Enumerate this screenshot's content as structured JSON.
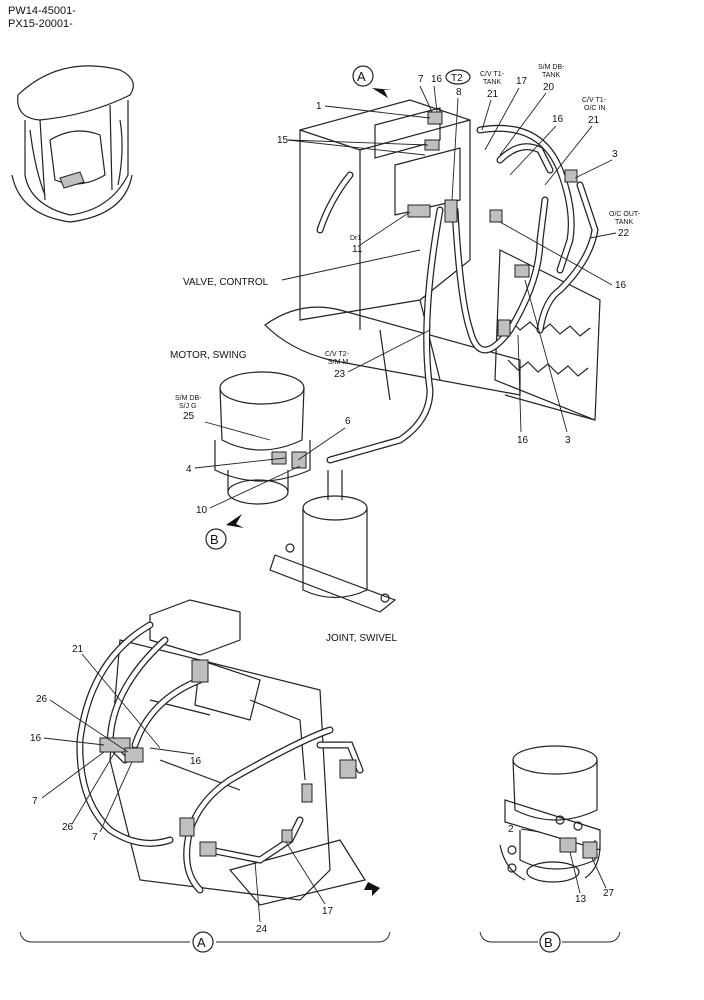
{
  "header": {
    "line1": "PW14-45001-",
    "line2": "PX15-20001-"
  },
  "captions": {
    "valve_control": "VALVE, CONTROL",
    "motor_swing": "MOTOR, SWING",
    "joint_swivel": "JOINT, SWIVEL"
  },
  "views": {
    "a": "A",
    "b": "B",
    "t2": "T2"
  },
  "small_labels": {
    "ct1_tank": [
      "C/V T1-",
      "TANK"
    ],
    "sm_db_tank": [
      "S/M DB-",
      "TANK"
    ],
    "ct1_oc_in": [
      "C/V T1-",
      "O/C IN"
    ],
    "oc_out_tank": [
      "O/C OUT-",
      "TANK"
    ],
    "dr1": "Dr1",
    "ct2_sm_m": [
      "C/V T2-",
      "S/M M"
    ],
    "sm_db_sj_g": [
      "S/M DB-",
      "S/J G"
    ]
  },
  "part_numbers": {
    "n1": "1",
    "n2": "2",
    "n3a": "3",
    "n3b": "3",
    "n4": "4",
    "n6": "6",
    "n7a": "7",
    "n7b": "7",
    "n7c": "7",
    "n8": "8",
    "n10": "10",
    "n11": "11",
    "n13": "13",
    "n15": "15",
    "n16a": "16",
    "n16b": "16",
    "n16c": "16",
    "n16d": "16",
    "n16e": "16",
    "n16f": "16",
    "n17a": "17",
    "n17b": "17",
    "n20": "20",
    "n21a": "21",
    "n21b": "21",
    "n21c": "21",
    "n22": "22",
    "n23": "23",
    "n24": "24",
    "n25": "25",
    "n26a": "26",
    "n26b": "26",
    "n27": "27"
  }
}
